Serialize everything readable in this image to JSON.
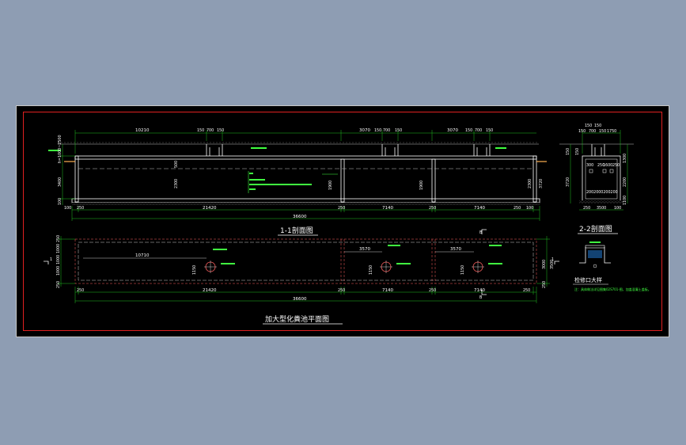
{
  "colors": {
    "background": "#8e9db3",
    "sheet": "#000000",
    "frame": "#e02020",
    "wall": "#ffffff",
    "dimension": "#20c020",
    "annotation": "#40ff40",
    "hidden_line": "#ff6060"
  },
  "section_1_1": {
    "title": "1-1剖面图",
    "top_dims": [
      "10210",
      "150",
      "700",
      "150",
      "3070",
      "150",
      "700",
      "150",
      "3070",
      "150",
      "700",
      "150"
    ],
    "bottom_dims": [
      "100",
      "250",
      "21420",
      "250",
      "7140",
      "250",
      "7140",
      "250",
      "100"
    ],
    "total": "36600",
    "left_dims": [
      "100",
      "3400"
    ],
    "height_labels": [
      "2300",
      "1900",
      "1900",
      "2300",
      "3720"
    ],
    "small_labels": [
      "h=1000~2500",
      "500"
    ]
  },
  "section_2_2": {
    "title": "2-2剖面图",
    "top_dims": [
      "150",
      "150",
      "150",
      "700",
      "150",
      "1750"
    ],
    "bottom_dims": [
      "250",
      "3500",
      "100"
    ],
    "inner_dims": [
      "300",
      "250",
      "1600",
      "250"
    ],
    "bottom_inner": "2002000200200",
    "left_dims": [
      "150",
      "150",
      "3720"
    ],
    "right_dims": [
      "1300",
      "2200",
      "1100"
    ]
  },
  "plan": {
    "title": "加大型化粪池平面图",
    "top_dims": [
      "10710",
      "3570",
      "3570"
    ],
    "bottom_dims": [
      "250",
      "21420",
      "250",
      "7140",
      "250",
      "7140",
      "250"
    ],
    "total": "36600",
    "left_dims": [
      "250",
      "1000",
      "1000",
      "1000",
      "250"
    ],
    "right_dims": [
      "3000",
      "3500",
      "250"
    ],
    "manhole_labels": [
      "1150",
      "1150",
      "1150"
    ],
    "section_marks": [
      "1",
      "1",
      "B",
      "B"
    ]
  },
  "manhole_detail": {
    "title": "检修口大样",
    "note": "注：具体做法详见图集02S701-图，加盖混凝土盖板。"
  }
}
